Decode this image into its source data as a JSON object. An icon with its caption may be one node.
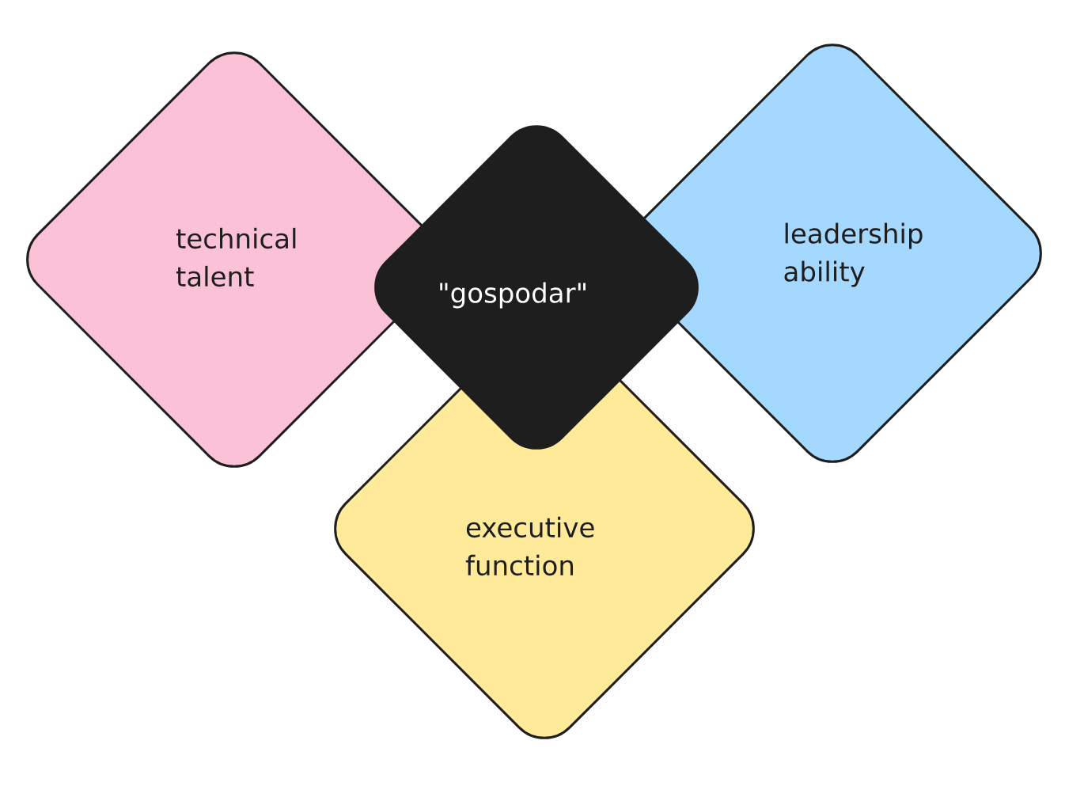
{
  "diagram": {
    "nodes": [
      {
        "text": [
          "technical talent"
        ]
      },
      {
        "text": [
          "\"gospodar\""
        ]
      },
      {
        "text": [
          "leadership ability"
        ]
      },
      {
        "text": [
          "executive function"
        ]
      }
    ]
  }
}
